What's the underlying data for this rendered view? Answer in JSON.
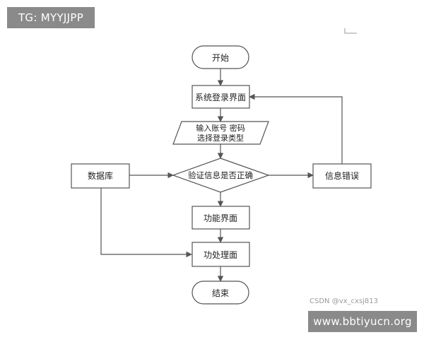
{
  "watermarks": {
    "top_tag": "TG: MYYJJPP",
    "bottom_tag": "www.bbtiyucn.org",
    "csdn": "CSDN @vx_cxsj813"
  },
  "flowchart": {
    "start": "开始",
    "login_page": "系统登录界面",
    "input_line1": "输入账号 密码",
    "input_line2": "选择登录类型",
    "verify": "验证信息是否正确",
    "database": "数据库",
    "error": "信息错误",
    "function_page": "功能界面",
    "processing_page": "功处理面",
    "end": "结束"
  },
  "colors": {
    "stroke": "#555555",
    "fill": "#ffffff",
    "text": "#222222",
    "tag_bg": "#8a8a8a"
  }
}
